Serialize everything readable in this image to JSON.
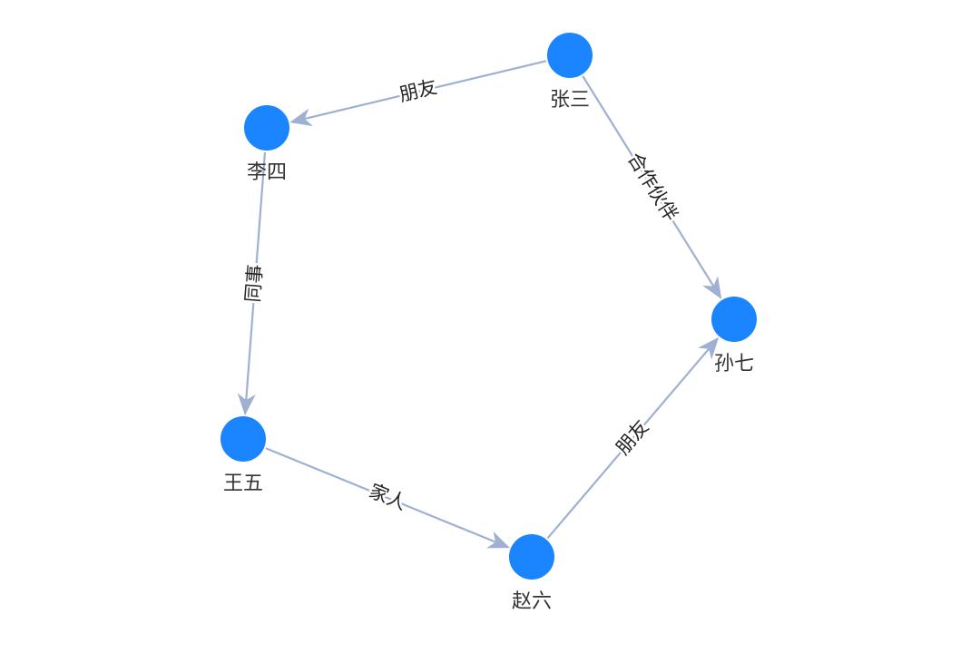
{
  "colors": {
    "node": "#1a85ff",
    "edge": "#9fb0d3",
    "arrow": "#9fb0d3",
    "edge_label": "#222222",
    "node_label": "#333333",
    "background": "#ffffff"
  },
  "graph": {
    "nodes": [
      {
        "id": "zhangsan",
        "label": "张三"
      },
      {
        "id": "lisi",
        "label": "李四"
      },
      {
        "id": "wangwu",
        "label": "王五"
      },
      {
        "id": "zhaoliu",
        "label": "赵六"
      },
      {
        "id": "sunqi",
        "label": "孙七"
      }
    ],
    "edges": [
      {
        "source": "zhangsan",
        "target": "lisi",
        "label": "朋友"
      },
      {
        "source": "zhangsan",
        "target": "sunqi",
        "label": "合作伙伴"
      },
      {
        "source": "lisi",
        "target": "wangwu",
        "label": "同事"
      },
      {
        "source": "wangwu",
        "target": "zhaoliu",
        "label": "家人"
      },
      {
        "source": "zhaoliu",
        "target": "sunqi",
        "label": "朋友"
      }
    ]
  }
}
